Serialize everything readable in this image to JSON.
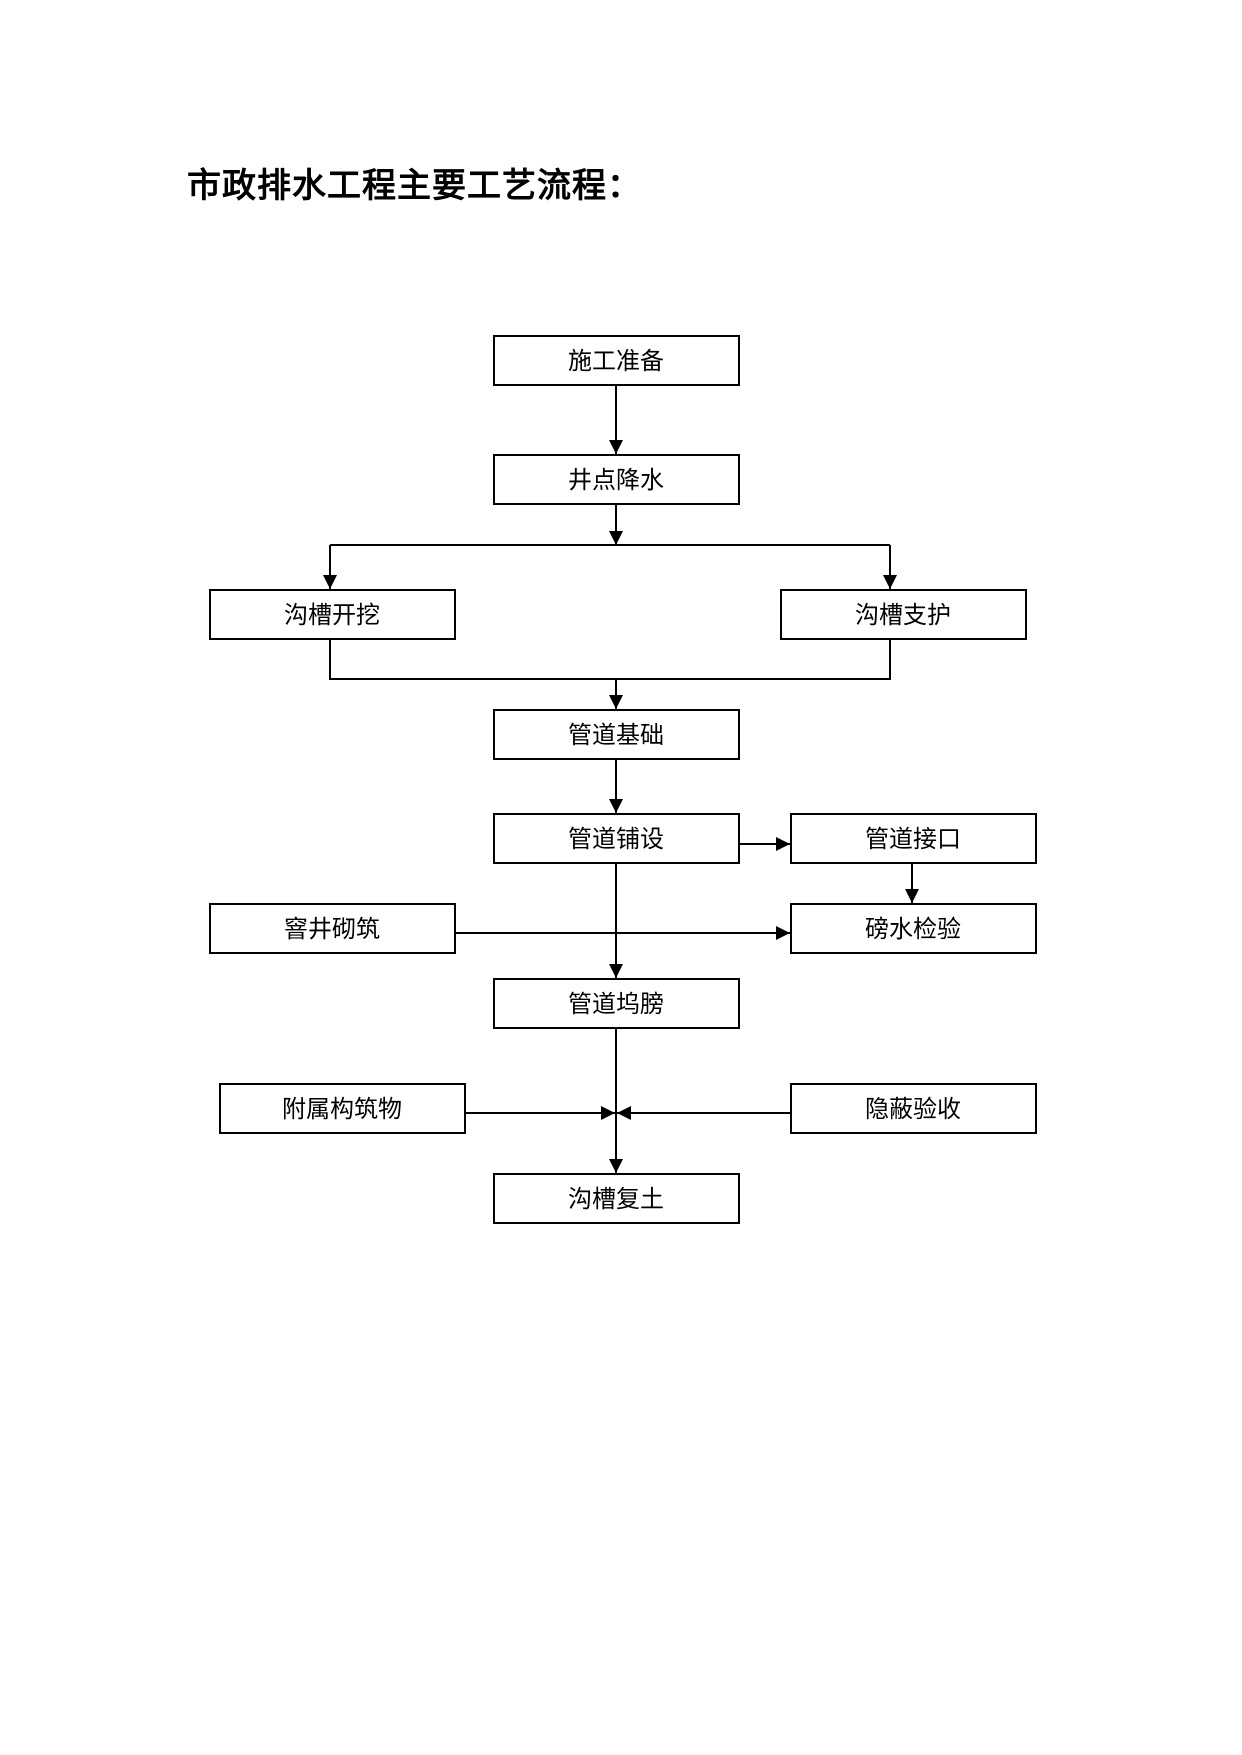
{
  "title": "市政排水工程主要工艺流程：",
  "nodes": {
    "prep": "施工准备",
    "dewater": "井点降水",
    "excavate": "沟槽开挖",
    "support": "沟槽支护",
    "foundation": "管道基础",
    "laying": "管道铺设",
    "joint": "管道接口",
    "manhole": "窨井砌筑",
    "watertest": "磅水检验",
    "haunch": "管道坞膀",
    "ancillary": "附属构筑物",
    "hidden": "隐蔽验收",
    "backfill": "沟槽复土"
  }
}
